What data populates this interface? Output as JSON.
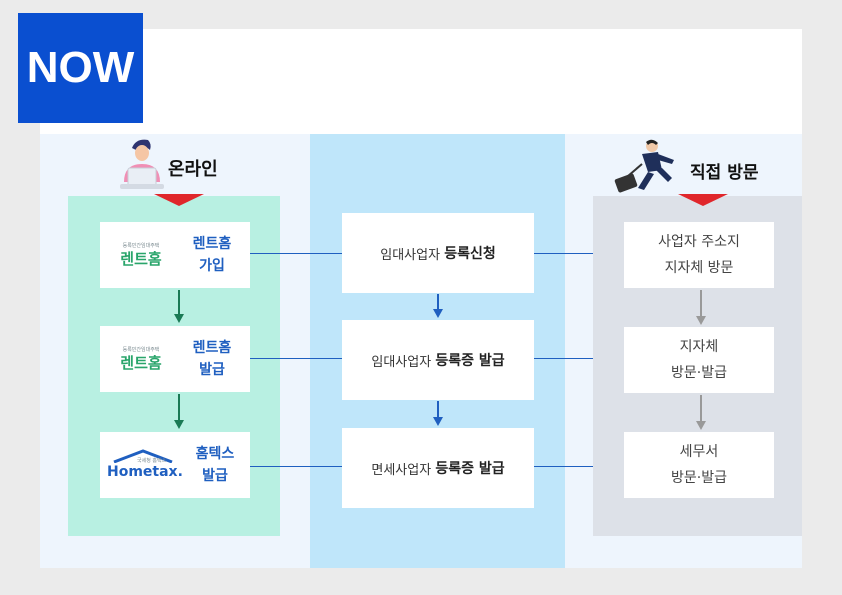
{
  "badge": {
    "label": "NOW",
    "color": "#0a4fd0"
  },
  "online": {
    "title": "온라인",
    "icon": "laptop-person-icon",
    "steps": [
      {
        "logo": "렌트홈",
        "logo_tagline": "등록민간임대주택",
        "name_line1": "렌트홈",
        "name_line2": "가입"
      },
      {
        "logo": "렌트홈",
        "logo_tagline": "등록민간임대주택",
        "name_line1": "렌트홈",
        "name_line2": "발급"
      },
      {
        "logo": "Hometax.",
        "logo_tagline": "국세청 홈택스",
        "name_line1": "홈텍스",
        "name_line2": "발급"
      }
    ]
  },
  "center": {
    "steps": [
      {
        "prefix": "임대사업자",
        "bold": "등록신청"
      },
      {
        "prefix": "임대사업자",
        "bold": "등록증 발급"
      },
      {
        "prefix": "면세사업자",
        "bold": "등록증 발급"
      }
    ]
  },
  "visit": {
    "title": "직접 방문",
    "icon": "running-businessman-icon",
    "steps": [
      {
        "line1": "사업자 주소지",
        "line2": "지자체 방문"
      },
      {
        "line1": "지자체",
        "line2": "방문·발급"
      },
      {
        "line1": "세무서",
        "line2": "방문·발급"
      }
    ]
  },
  "colors": {
    "online_panel": "#b8f0e2",
    "center_panel": "#bfe6fa",
    "visit_panel": "#dde1e8",
    "outer_bg": "#eef5fd",
    "marker_red": "#e0262b",
    "connector_blue": "#1f5fc0",
    "arrow_green": "#1a7a55",
    "arrow_grey": "#999999"
  }
}
